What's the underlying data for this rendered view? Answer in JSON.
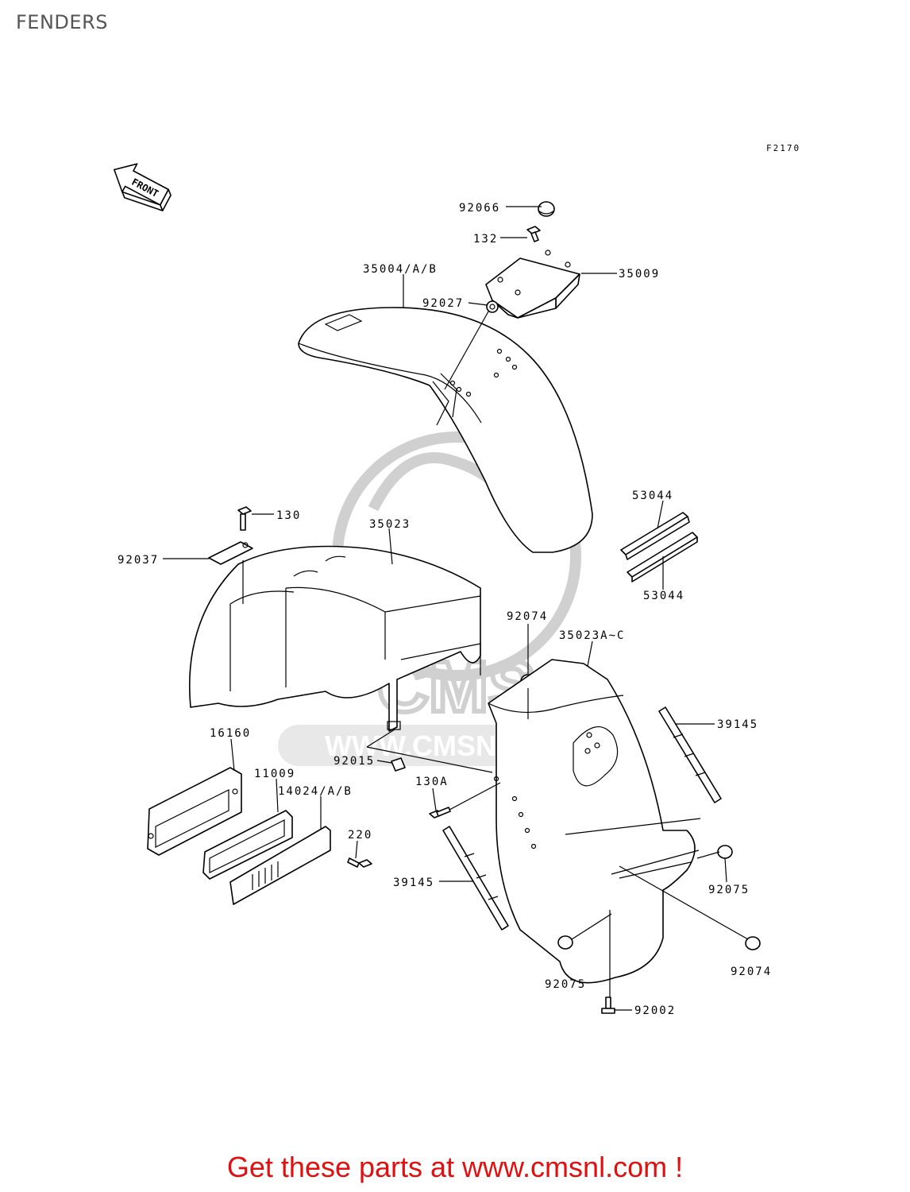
{
  "page": {
    "title": "FENDERS"
  },
  "diagram": {
    "figure_code": "F2170",
    "front_label": "FRONT",
    "watermark_text": "WWW.CMSNL.COM",
    "watermark_logo": "CMS",
    "callouts": [
      {
        "id": "c-92066",
        "label": "92066"
      },
      {
        "id": "c-132",
        "label": "132"
      },
      {
        "id": "c-35009",
        "label": "35009"
      },
      {
        "id": "c-35004",
        "label": "35004/A/B"
      },
      {
        "id": "c-92027",
        "label": "92027"
      },
      {
        "id": "c-53044-a",
        "label": "53044"
      },
      {
        "id": "c-53044-b",
        "label": "53044"
      },
      {
        "id": "c-130",
        "label": "130"
      },
      {
        "id": "c-35023",
        "label": "35023"
      },
      {
        "id": "c-92037",
        "label": "92037"
      },
      {
        "id": "c-92074-a",
        "label": "92074"
      },
      {
        "id": "c-35023a",
        "label": "35023A~C"
      },
      {
        "id": "c-39145-a",
        "label": "39145"
      },
      {
        "id": "c-16160",
        "label": "16160"
      },
      {
        "id": "c-11009",
        "label": "11009"
      },
      {
        "id": "c-14024",
        "label": "14024/A/B"
      },
      {
        "id": "c-92015",
        "label": "92015"
      },
      {
        "id": "c-130a",
        "label": "130A"
      },
      {
        "id": "c-220",
        "label": "220"
      },
      {
        "id": "c-39145-b",
        "label": "39145"
      },
      {
        "id": "c-92075-a",
        "label": "92075"
      },
      {
        "id": "c-92074-b",
        "label": "92074"
      },
      {
        "id": "c-92075-b",
        "label": "92075"
      },
      {
        "id": "c-92002",
        "label": "92002"
      }
    ]
  },
  "footer": {
    "text": "Get these parts at www.cmsnl.com !",
    "color": "#e01010"
  }
}
